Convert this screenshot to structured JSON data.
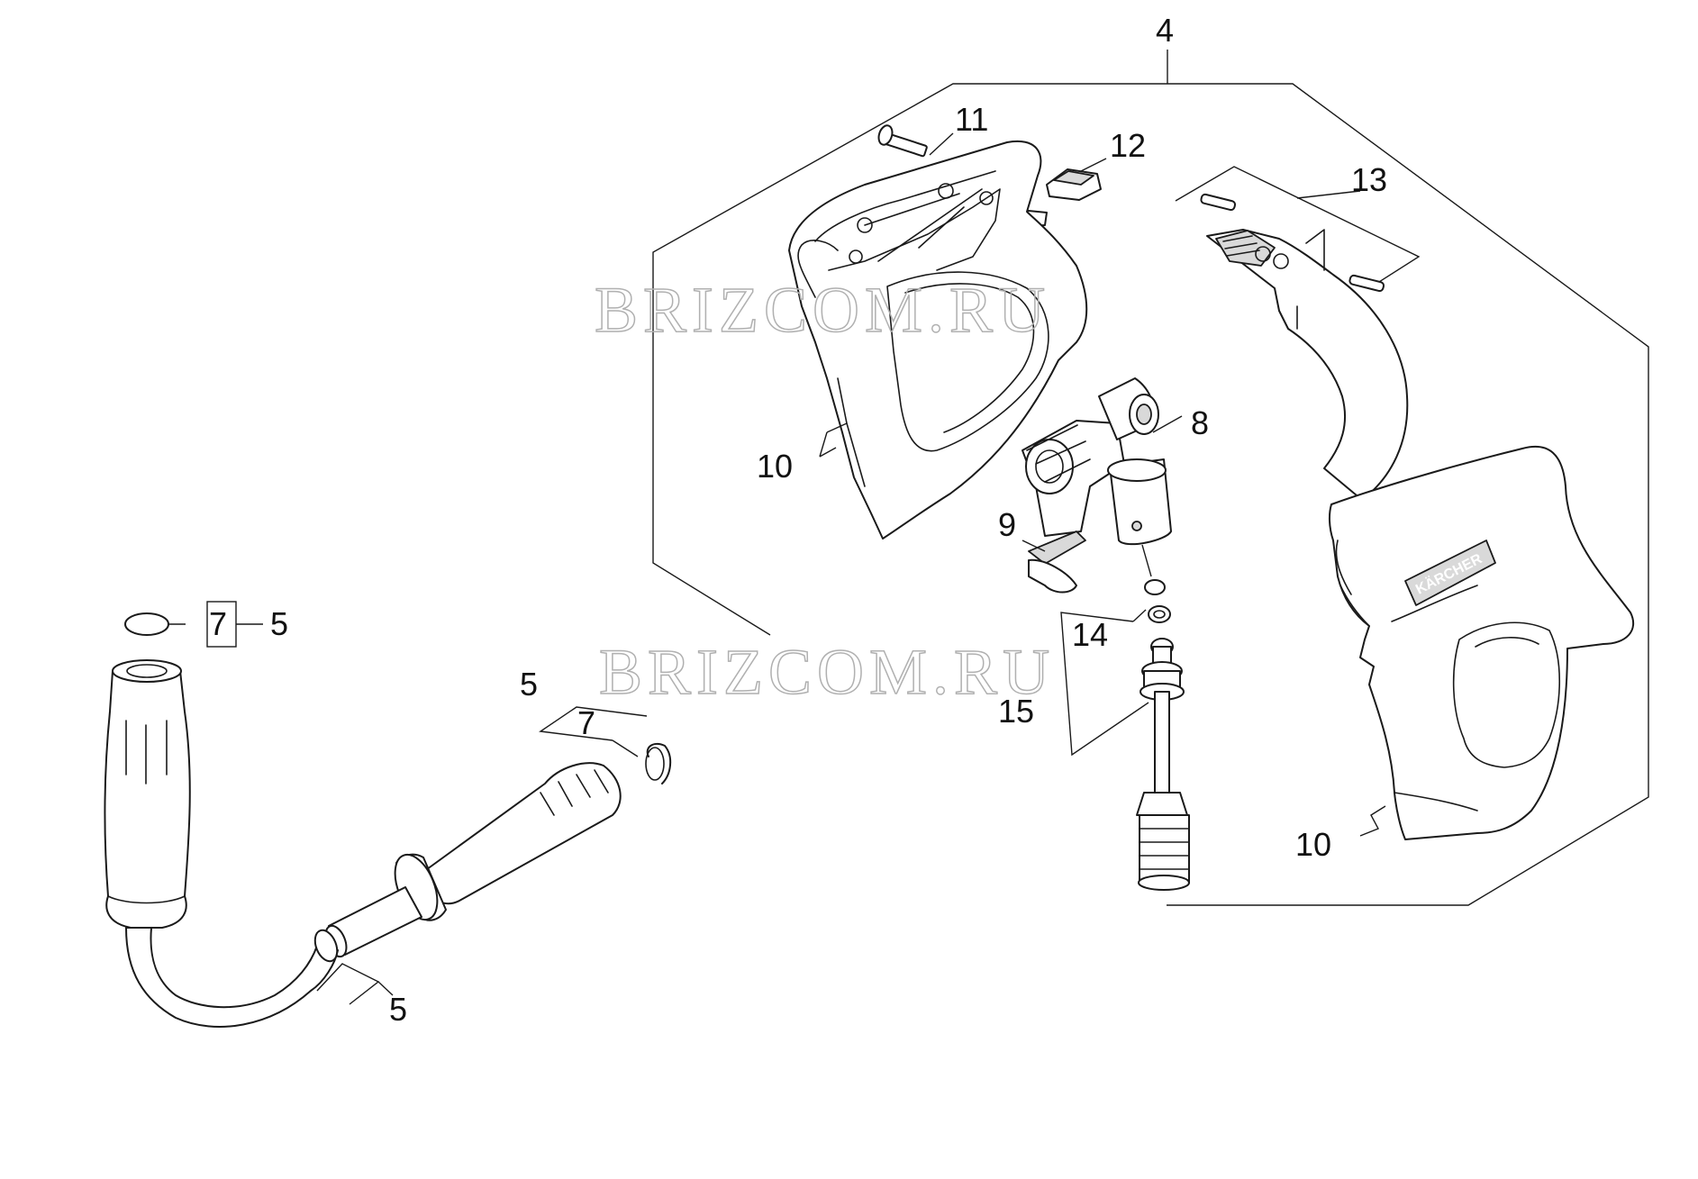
{
  "watermark": "BRIZCOM.RU",
  "brand": "KÄRCHER",
  "callouts": {
    "c4": "4",
    "c5a": "5",
    "c5b": "5",
    "c5c": "5",
    "c7a": "7",
    "c7b": "7",
    "c8": "8",
    "c9": "9",
    "c10a": "10",
    "c10b": "10",
    "c11": "11",
    "c12": "12",
    "c13": "13",
    "c14": "14",
    "c15": "15"
  }
}
